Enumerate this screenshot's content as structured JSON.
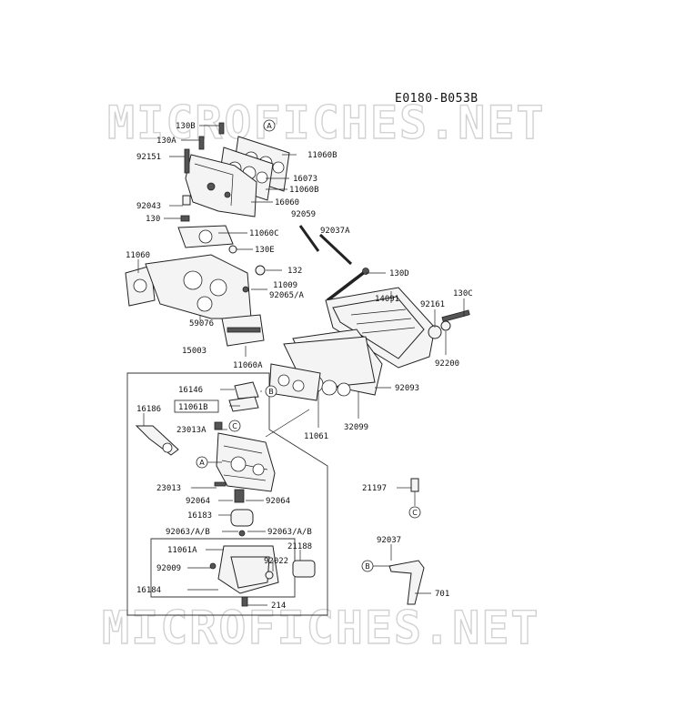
{
  "diagram_code": "E0180-B053B",
  "watermark": "MICROFICHES.NET",
  "callouts": [
    "A",
    "B",
    "C"
  ],
  "parts": {
    "p130B": "130B",
    "p130A": "130A",
    "p92151": "92151",
    "p11060B_1": "11060B",
    "p16073": "16073",
    "p11060B_2": "11060B",
    "p16060": "16060",
    "p92043": "92043",
    "p130": "130",
    "p92059": "92059",
    "p11060C": "11060C",
    "p92037A": "92037A",
    "p130E": "130E",
    "p11060": "11060",
    "p132": "132",
    "p130D": "130D",
    "p11009": "11009",
    "p92065A": "92065/A",
    "p14091": "14091",
    "p92161": "92161",
    "p130C": "130C",
    "p59076": "59076",
    "p92200": "92200",
    "p15003": "15003",
    "p11060A": "11060A",
    "p16146": "16146",
    "p92093": "92093",
    "p11061B": "11061B",
    "p16186": "16186",
    "p11061": "11061",
    "p32099": "32099",
    "p23013A": "23013A",
    "p21197": "21197",
    "p23013": "23013",
    "p92064_1": "92064",
    "p92064_2": "92064",
    "p16183": "16183",
    "p92063AB_1": "92063/A/B",
    "p92063AB_2": "92063/A/B",
    "p92037": "92037",
    "p11061A": "11061A",
    "p21188": "21188",
    "p92009": "92009",
    "p92022": "92022",
    "p701": "701",
    "p16184": "16184",
    "p214": "214"
  }
}
